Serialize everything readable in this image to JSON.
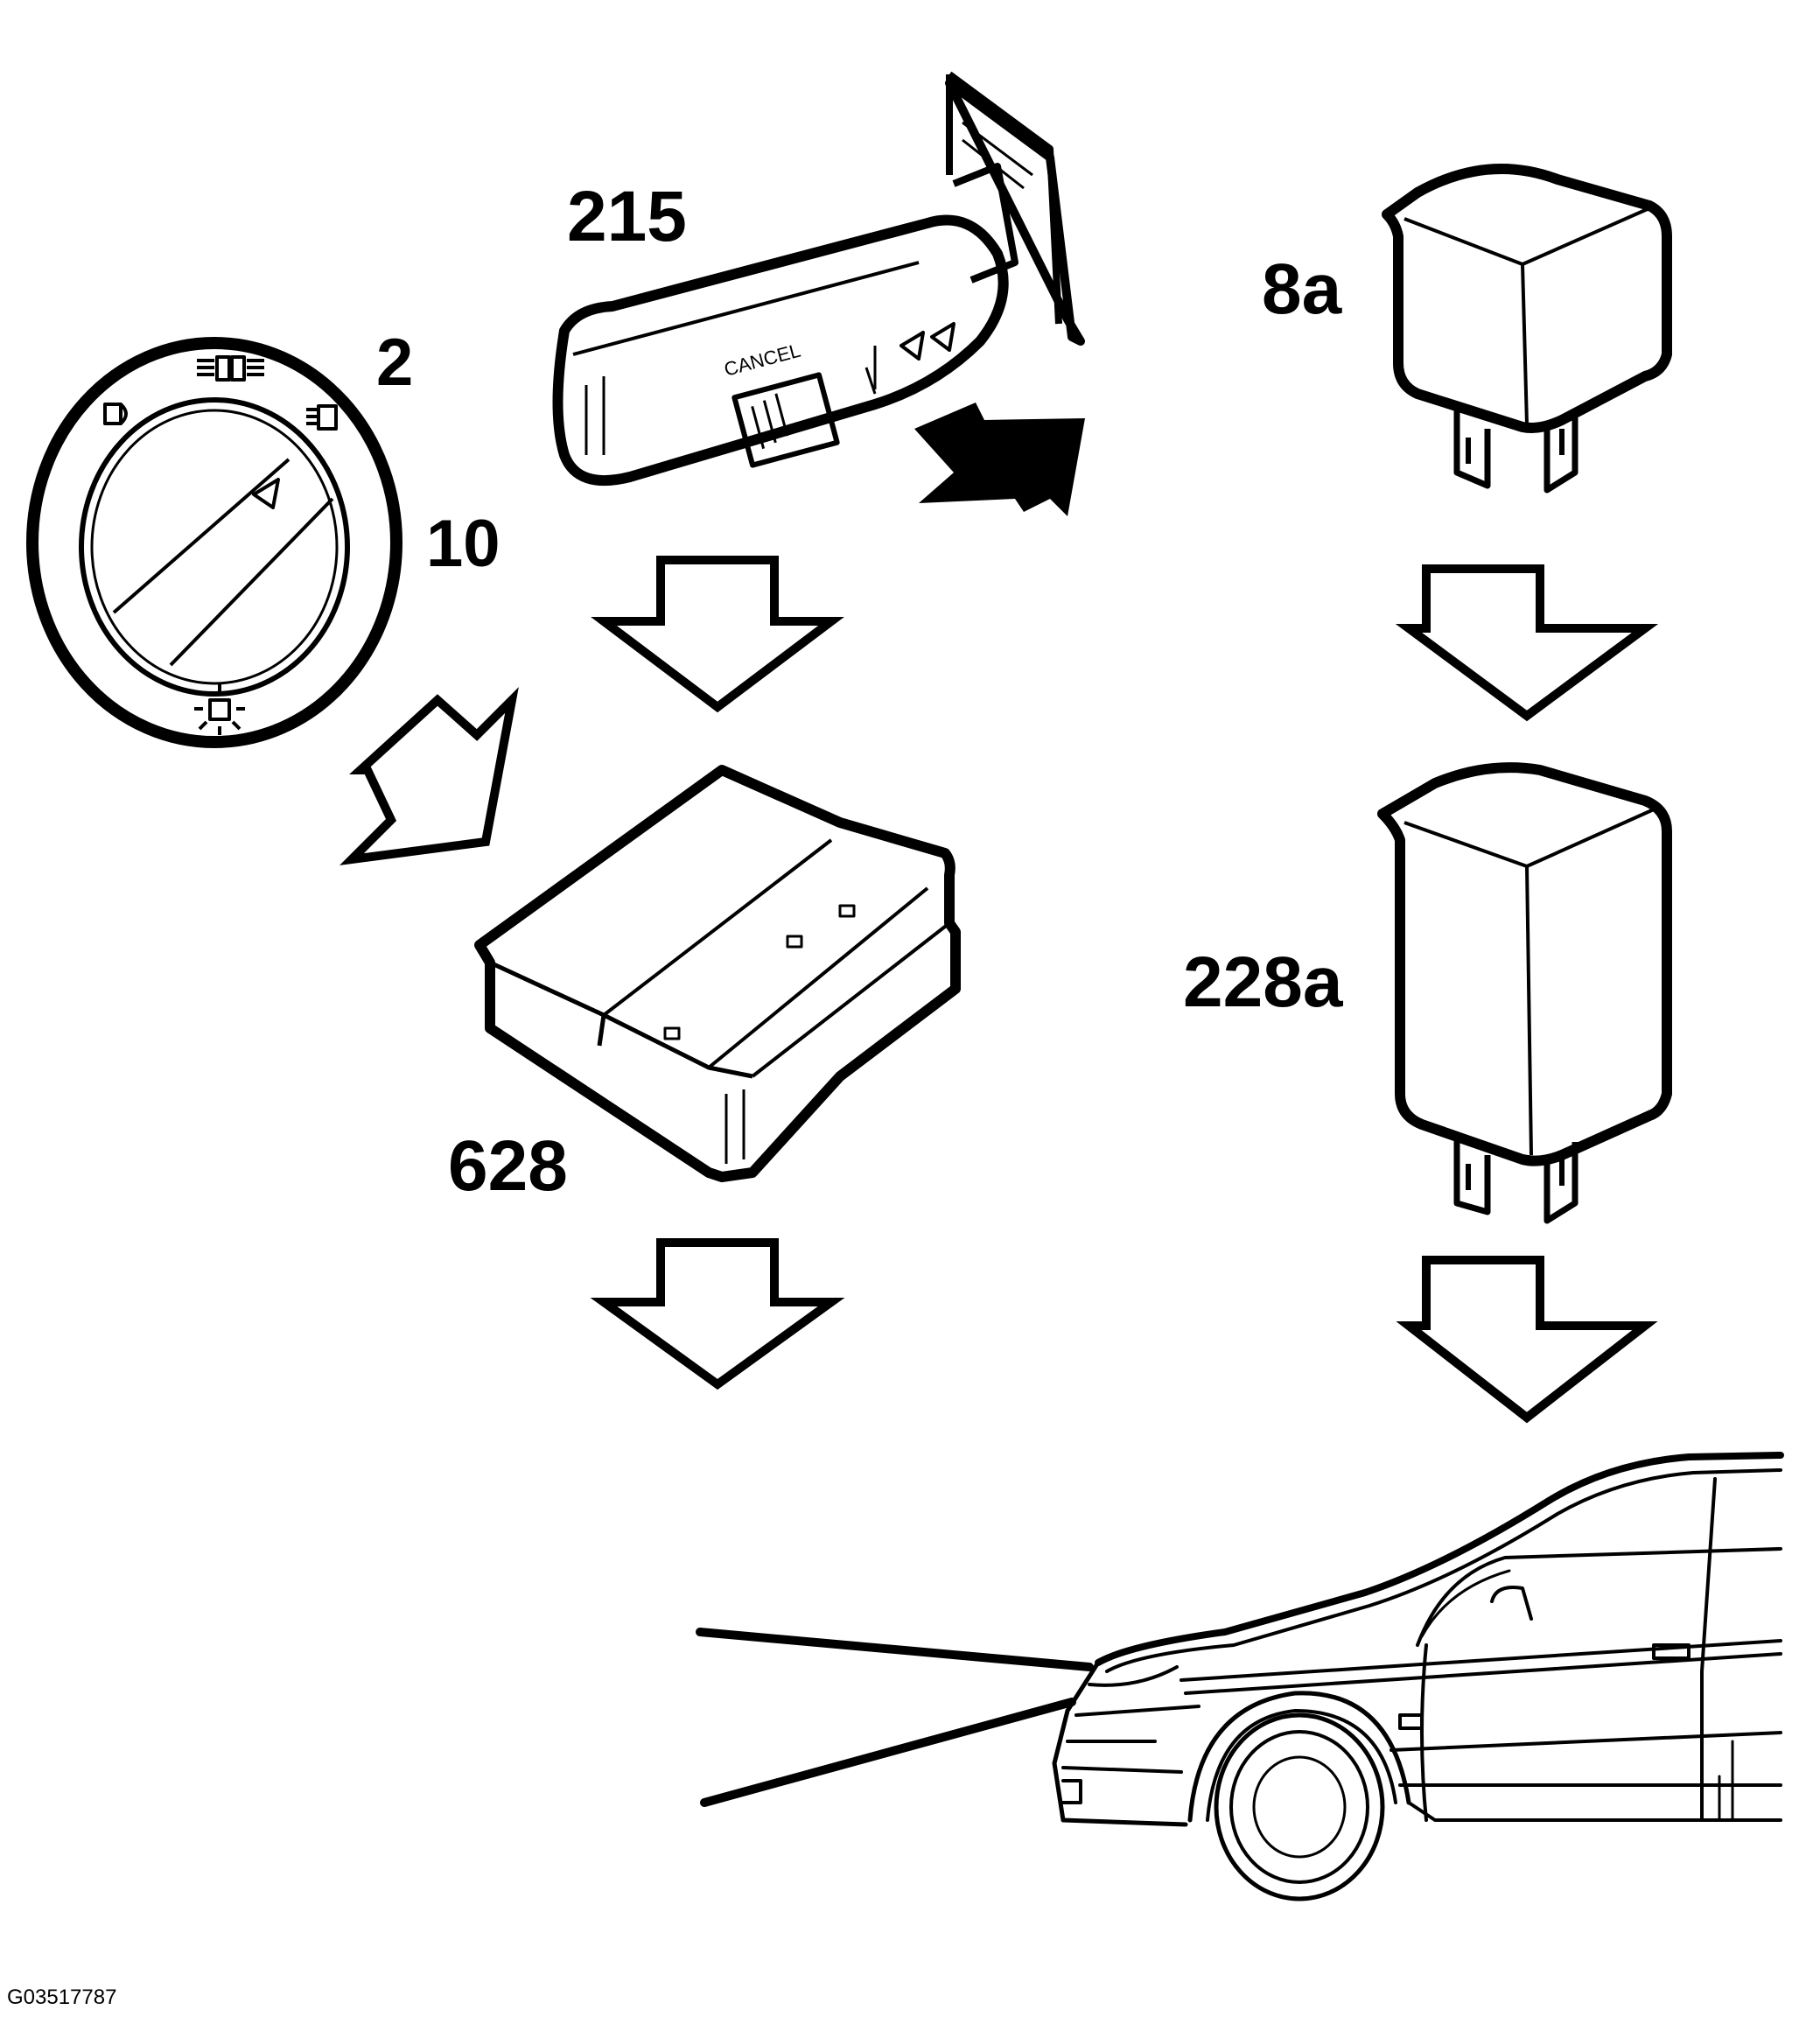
{
  "labels": {
    "switch": "2",
    "switch_pos": "10",
    "stalk": "215",
    "relay_top": "8a",
    "relay_bottom": "228a",
    "module": "628"
  },
  "stalk_text": "CANCEL",
  "figure_id": "G03517787",
  "colors": {
    "ink": "#000000",
    "paper": "#ffffff"
  }
}
